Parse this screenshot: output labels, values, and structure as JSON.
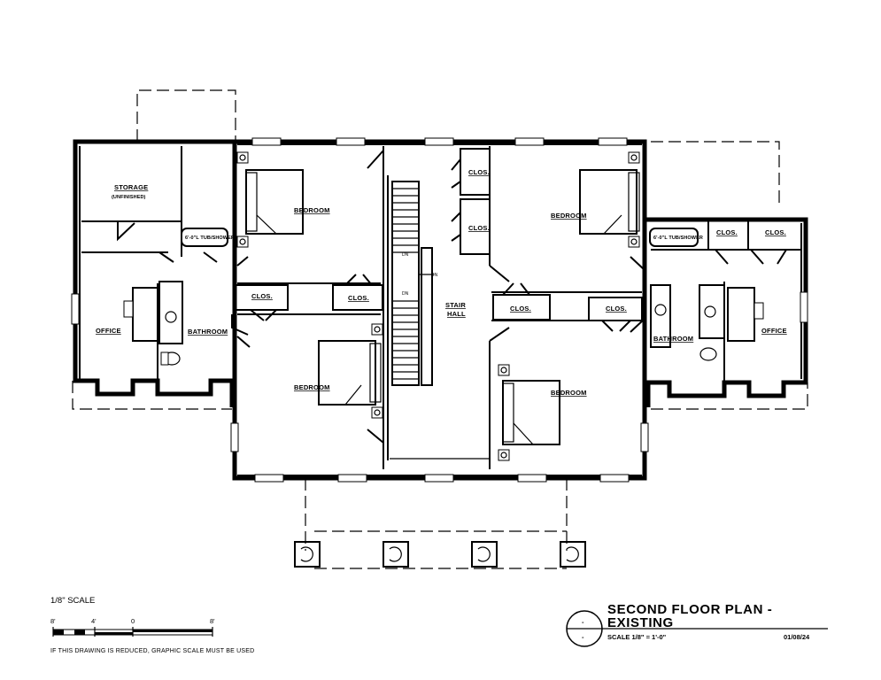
{
  "rooms": {
    "storage": "STORAGE",
    "storage_note": "(UNFINISHED)",
    "office_left": "OFFICE",
    "bathroom_left": "BATHROOM",
    "tub_left": "6'-0\"L TUB/SHOWER",
    "bedroom_nw": "BEDROOM",
    "bedroom_sw": "BEDROOM",
    "bedroom_ne": "BEDROOM",
    "bedroom_se": "BEDROOM",
    "clos_1": "CLOS.",
    "clos_2": "CLOS.",
    "clos_3": "CLOS.",
    "clos_4": "CLOS.",
    "clos_5": "CLOS.",
    "clos_6": "CLOS.",
    "clos_7": "CLOS.",
    "clos_8": "CLOS.",
    "stair_hall_1": "STAIR",
    "stair_hall_2": "HALL",
    "dn_1": "DN",
    "dn_2": "DN",
    "dn_3": "DN",
    "tub_right": "6'-0\"L TUB/SHOWER",
    "bathroom_right": "BATHROOM",
    "office_right": "OFFICE"
  },
  "scale_bar": {
    "title": "1/8\" SCALE",
    "labels": [
      "8'",
      "4'",
      "0",
      "8'"
    ],
    "note": "IF THIS DRAWING IS REDUCED, GRAPHIC SCALE MUST BE USED"
  },
  "title_block": {
    "title_line1": "SECOND FLOOR PLAN -",
    "title_line2": "EXISTING",
    "scale": "SCALE 1/8\" = 1'-0\"",
    "date": "01/08/24",
    "sheet_top": "-",
    "sheet_bottom": "-"
  }
}
